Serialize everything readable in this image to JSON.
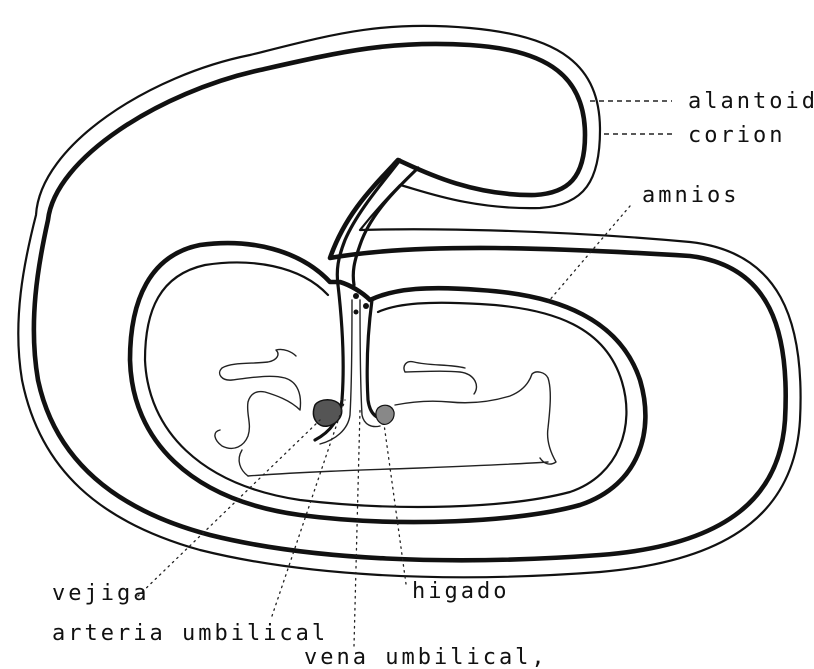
{
  "labels": {
    "alantoide": "alantoide",
    "corion": "corion",
    "amnios": "amnios",
    "vejiga": "vejiga",
    "arteria_umbilical": "arteria umbilical",
    "higado": "higado",
    "vena_umbilical": "vena umbilical,"
  }
}
